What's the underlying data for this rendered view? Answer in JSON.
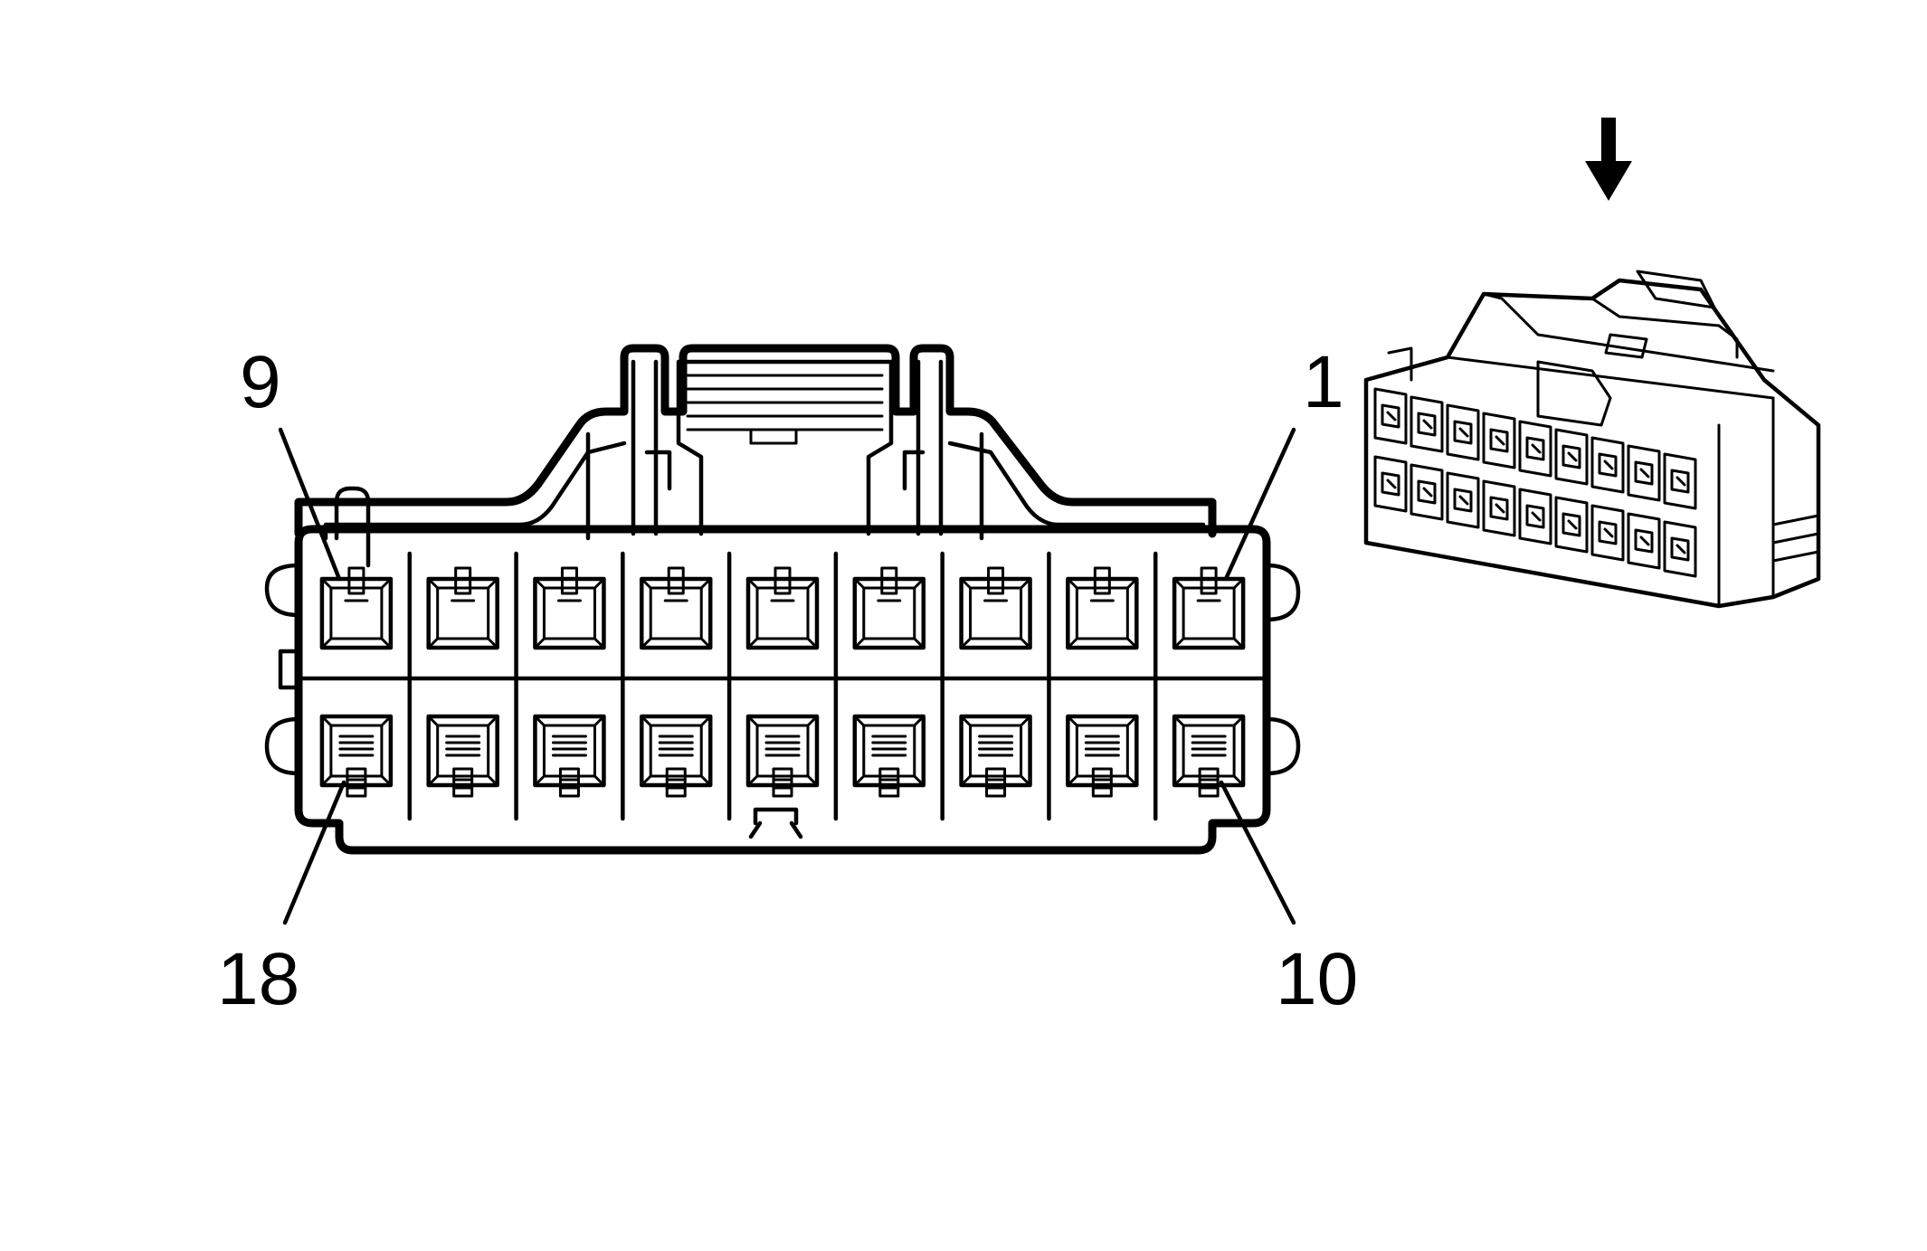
{
  "diagram": {
    "pin_labels": {
      "top_left": "9",
      "top_right": "1",
      "bottom_left": "18",
      "bottom_right": "10"
    },
    "connector": {
      "cavities_per_row": 9,
      "rows": 2,
      "pin_count": 18
    },
    "view_indicator_icon": "down-arrow-icon"
  }
}
